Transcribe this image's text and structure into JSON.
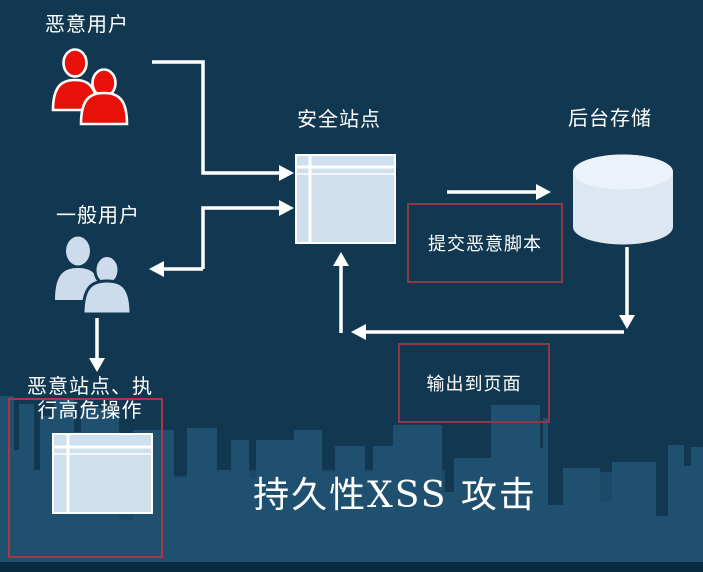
{
  "title": {
    "text": "持久性XSS 攻击"
  },
  "nodes": {
    "malicious_user": {
      "label": "恶意用户"
    },
    "normal_user": {
      "label": "一般用户"
    },
    "secure_site": {
      "label": "安全站点"
    },
    "backend_storage": {
      "label": "后台存储"
    },
    "malicious_site": {
      "label_line1": "恶意站点、执",
      "label_line2": "行高危操作"
    }
  },
  "annotations": {
    "submit_script": {
      "label": "提交恶意脚本"
    },
    "output_to_page": {
      "label": "输出到页面"
    }
  },
  "icons": {
    "malicious_users": "double-user-icon-red",
    "normal_users": "double-user-icon-blue",
    "secure_site_window": "browser-window-icon",
    "backend_storage_db": "database-cylinder-icon",
    "malicious_site_window": "browser-window-icon"
  },
  "colors": {
    "bg": "#113850",
    "skyline_far": "#1b4a67",
    "skyline_near": "#1f506f",
    "bottom_strip": "#0a2a3f",
    "red_icon": "#e81109",
    "light_icon": "#ccdcec",
    "window_fill": "#cfdfee",
    "db_fill": "#dce7f2",
    "db_top": "#ecf2f9",
    "box_muted": "#8a3a46",
    "box_bright": "#b03347",
    "arrow": "#ffffff",
    "text": "#ffffff"
  }
}
